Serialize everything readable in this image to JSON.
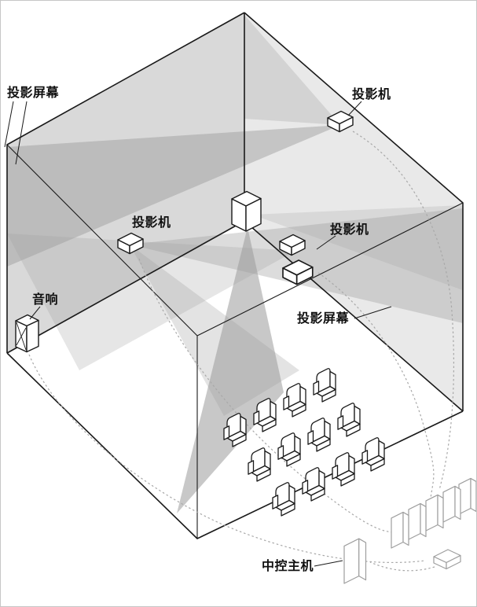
{
  "labels": {
    "screen_left": "投影屏幕",
    "projector_top": "投影机",
    "projector_left": "投影机",
    "projector_right": "投影机",
    "speaker": "音响",
    "screen_right": "投影屏幕",
    "control_host": "中控主机"
  },
  "colors": {
    "line": "#1a1a1a",
    "equipment": "#9e9e9e",
    "beam": "#9a9a9a",
    "wall_left": "#d9d9d9",
    "wall_right": "#e9e9e9",
    "dotted": "#a8a8a8",
    "label": "#111111"
  },
  "counts": {
    "seat_rows": 3,
    "seats_per_row": 4,
    "rack_units": 5,
    "projectors": 4
  }
}
